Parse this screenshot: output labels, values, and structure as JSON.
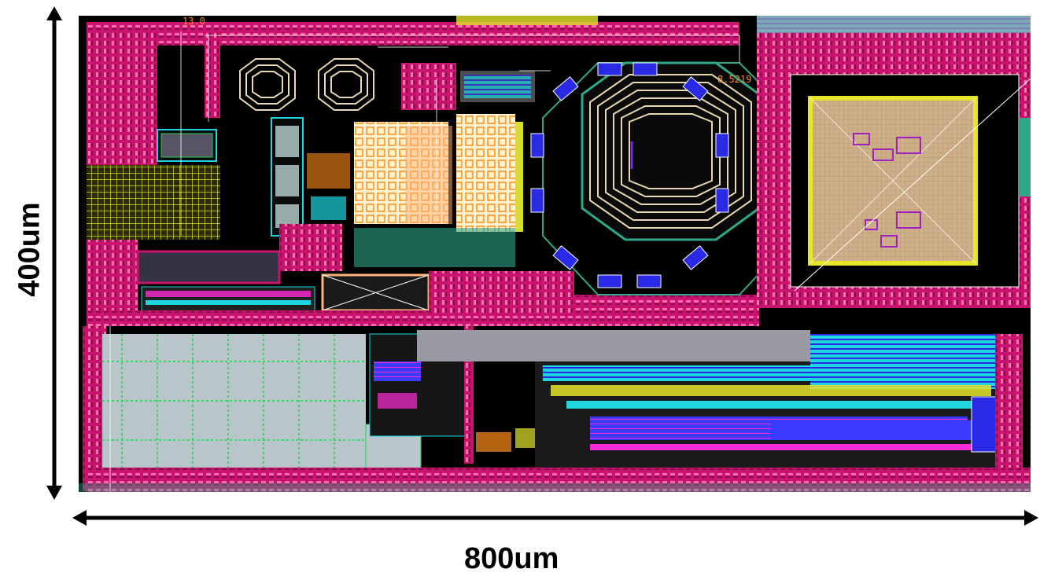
{
  "dimensions": {
    "width_label": "800um",
    "height_label": "400um"
  },
  "rulers": {
    "ruler_a": "13.0",
    "ruler_b": "8.5219"
  },
  "colors": {
    "background": "#000000",
    "metal_ring": "#c8146e",
    "metal_ring_fill": "#e0409a",
    "cyan": "#1ed6e0",
    "yellow": "#e6e62a",
    "green": "#1fcf4f",
    "blue": "#2a2ae6",
    "orange": "#ff8c1a",
    "gray_block": "#b8c6cc",
    "tan": "#d8b68a",
    "inductor": "#d9c38a",
    "teal": "#2fa88a"
  }
}
